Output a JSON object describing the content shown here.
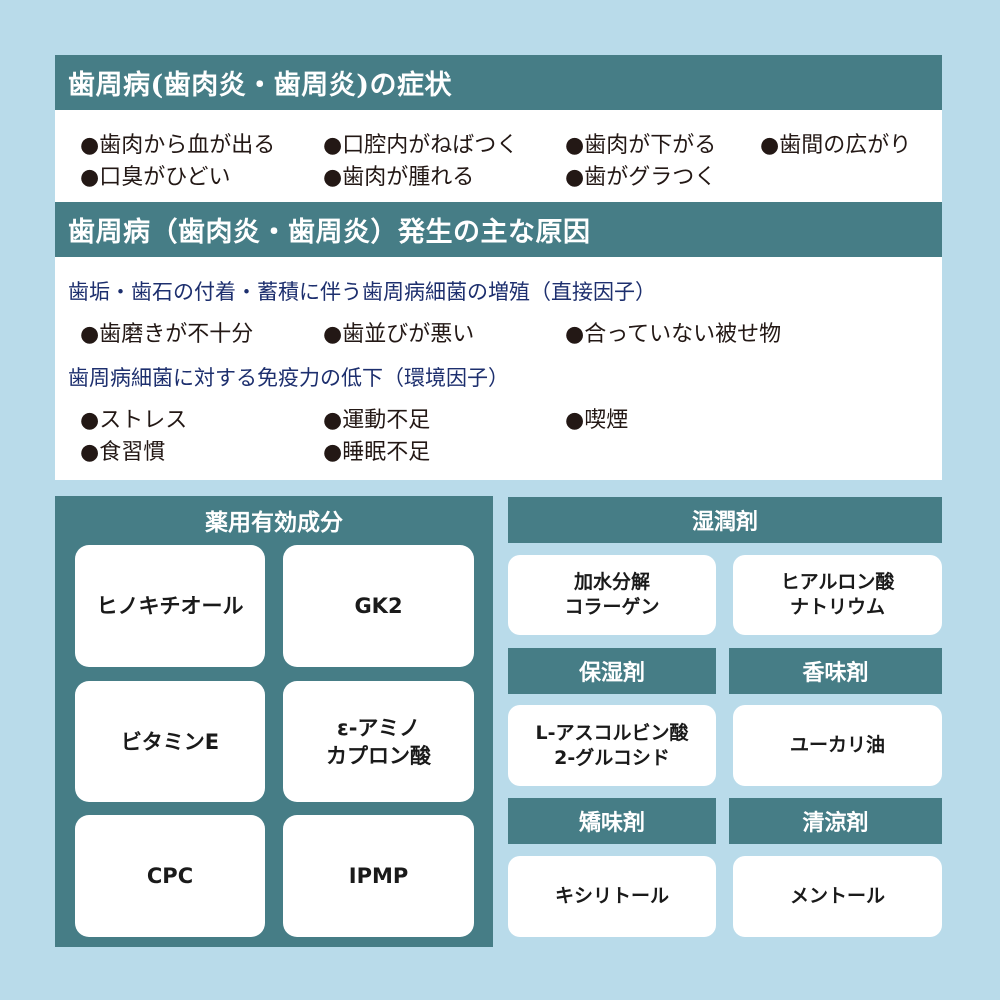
{
  "colors": {
    "background": "#b9dbea",
    "teal": "#467d86",
    "panel": "#ffffff",
    "subheading_navy": "#1d2f6e",
    "text": "#231815"
  },
  "symptoms": {
    "title": "歯周病(歯肉炎・歯周炎)の症状",
    "items": [
      "●歯肉から血が出る",
      "●口腔内がねばつく",
      "●歯肉が下がる",
      "●歯間の広がり",
      "●口臭がひどい",
      "●歯肉が腫れる",
      "●歯がグラつく"
    ]
  },
  "causes": {
    "title": "歯周病（歯肉炎・歯周炎）発生の主な原因",
    "direct": {
      "heading": "歯垢・歯石の付着・蓄積に伴う歯周病細菌の増殖（直接因子）",
      "items": [
        "●歯磨きが不十分",
        "●歯並びが悪い",
        "●合っていない被せ物"
      ]
    },
    "environmental": {
      "heading": "歯周病細菌に対する免疫力の低下（環境因子）",
      "items": [
        "●ストレス",
        "●運動不足",
        "●喫煙",
        "●食習慣",
        "●睡眠不足"
      ]
    }
  },
  "active_ingredients": {
    "title": "薬用有効成分",
    "items": [
      "ヒノキチオール",
      "GK2",
      "ビタミンE",
      "ε-アミノ\nカプロン酸",
      "CPC",
      "IPMP"
    ]
  },
  "humectant": {
    "title": "湿潤剤",
    "items": [
      "加水分解\nコラーゲン",
      "ヒアルロン酸\nナトリウム"
    ]
  },
  "moisturizer": {
    "title": "保湿剤",
    "items": [
      "L-アスコルビン酸\n2-グルコシド"
    ]
  },
  "flavoring": {
    "title": "香味剤",
    "items": [
      "ユーカリ油"
    ]
  },
  "sweetener": {
    "title": "矯味剤",
    "items": [
      "キシリトール"
    ]
  },
  "cooling": {
    "title": "清涼剤",
    "items": [
      "メントール"
    ]
  }
}
